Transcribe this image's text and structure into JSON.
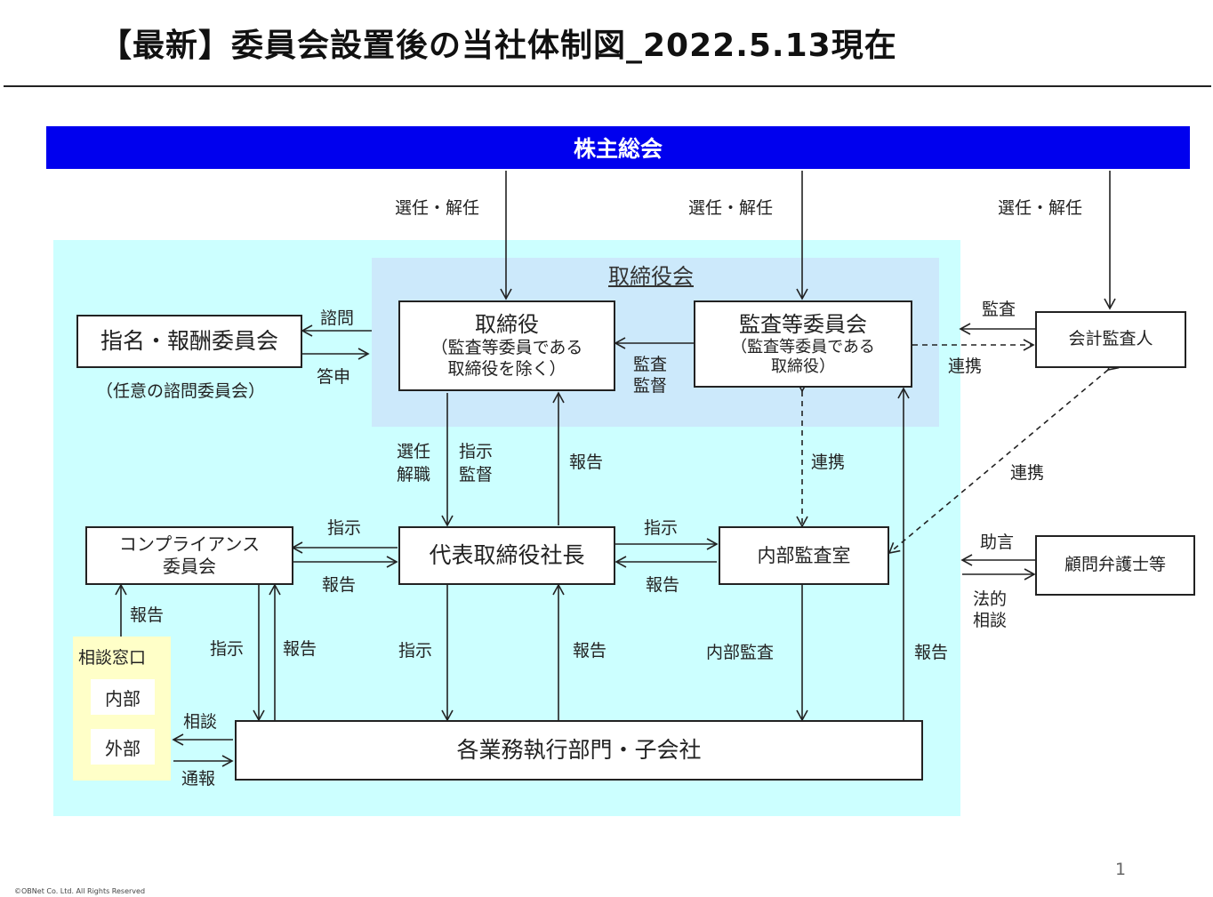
{
  "title": "【最新】委員会設置後の当社体制図_2022.5.13現在",
  "shareholders_meeting": "株主総会",
  "board_of_directors": "取締役会",
  "boxes": {
    "nomination_committee": "指名・報酬委員会",
    "nomination_note": "（任意の諮問委員会）",
    "directors_line1": "取締役",
    "directors_line2": "（監査等委員である",
    "directors_line3": "取締役を除く）",
    "audit_committee_line1": "監査等委員会",
    "audit_committee_line2": "（監査等委員である",
    "audit_committee_line3": "取締役）",
    "accounting_auditor": "会計監査人",
    "compliance_line1": "コンプライアンス",
    "compliance_line2": "委員会",
    "president": "代表取締役社長",
    "internal_audit_office": "内部監査室",
    "legal_advisor": "顧問弁護士等",
    "divisions": "各業務執行部門・子会社",
    "consult_window": "相談窓口",
    "internal": "内部",
    "external": "外部"
  },
  "labels": {
    "elect_dismiss": "選任・解任",
    "consult_q": "諮問",
    "report_answer": "答申",
    "audit": "監査",
    "supervise": "監督",
    "collaborate": "連携",
    "elect": "選任",
    "dismiss": "解職",
    "instruct": "指示",
    "report": "報告",
    "internal_audit": "内部監査",
    "advice": "助言",
    "legal": "法的",
    "consultation": "相談",
    "notification": "通報"
  },
  "footer": {
    "page_number": "1",
    "copyright": "©OBNet Co. Ltd. All Rights Reserved"
  },
  "colors": {
    "shareholders_bar": "#0000ee",
    "outer_background": "#ccffff",
    "board_background": "#cce9fb",
    "window_background": "#ffffc8"
  }
}
